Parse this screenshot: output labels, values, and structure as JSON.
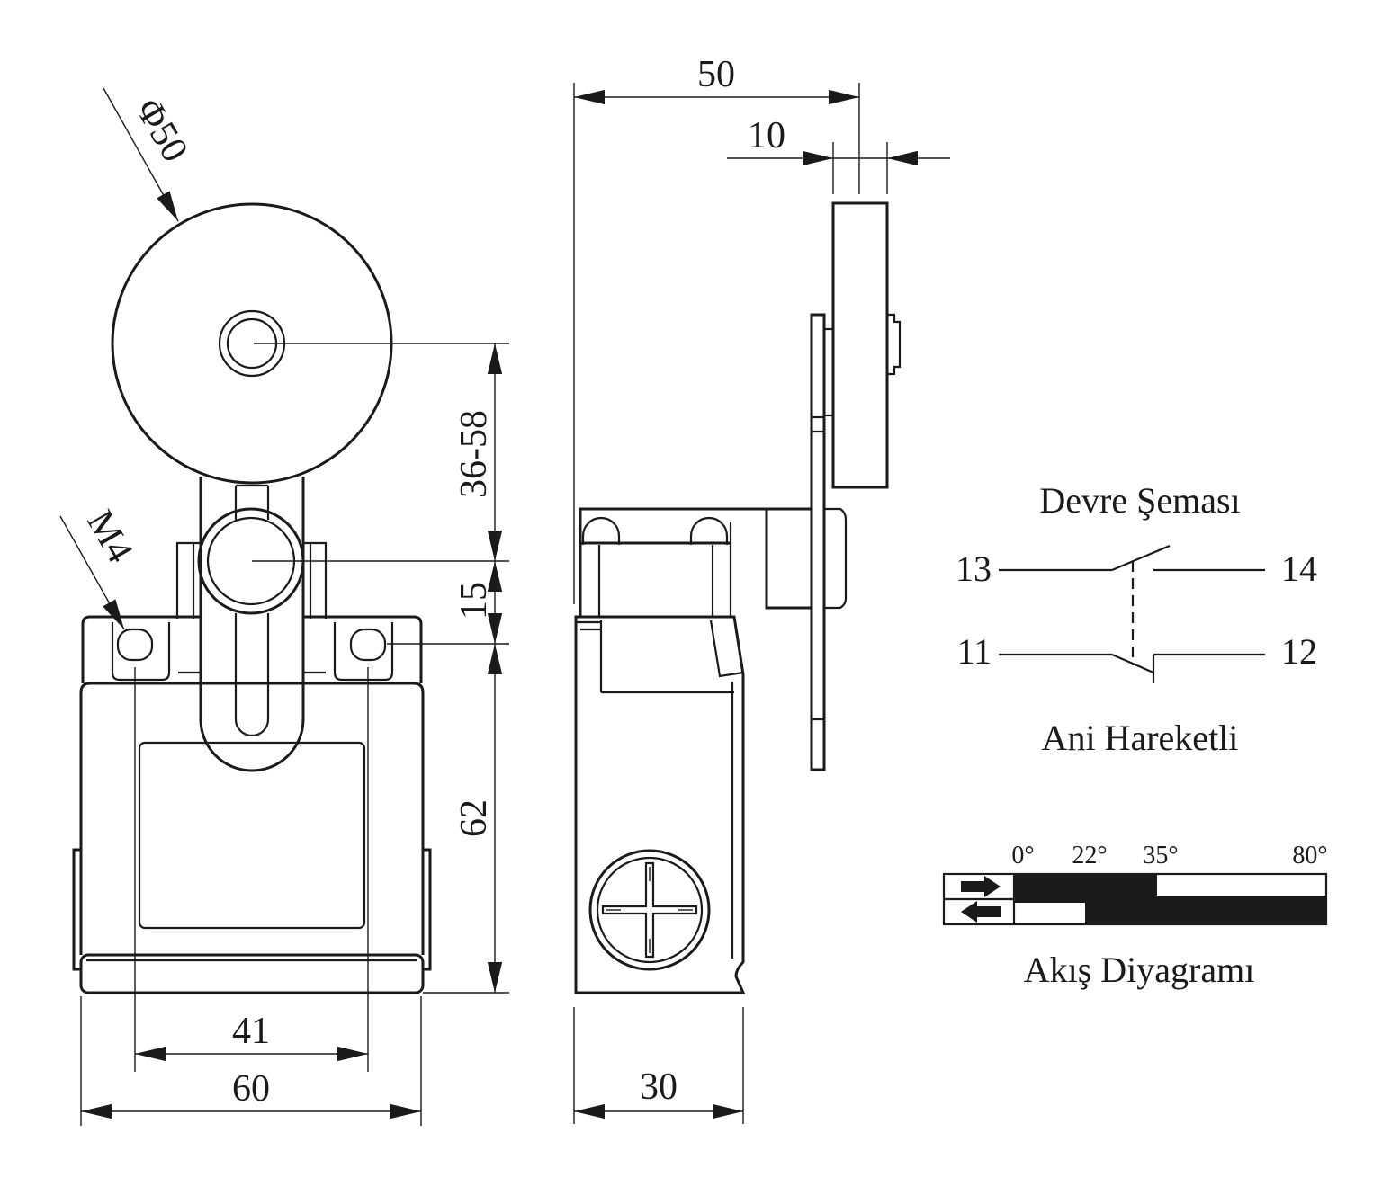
{
  "front_view": {
    "roller_diameter_label": "Φ50",
    "thread_label": "M4",
    "lever_range_label": "36-58",
    "pivot_offset_label": "15",
    "body_height_label": "62",
    "hole_spacing_label": "41",
    "body_width_label": "60"
  },
  "side_view": {
    "total_depth_label": "50",
    "roller_width_label": "10",
    "body_depth_label": "30"
  },
  "circuit": {
    "title": "Devre Şeması",
    "subtitle": "Ani Hareketli",
    "terminals": {
      "t13": "13",
      "t14": "14",
      "t11": "11",
      "t12": "12"
    }
  },
  "flow_diagram": {
    "title": "Akış Diyagramı",
    "angles": {
      "a0": "0°",
      "a22": "22°",
      "a35": "35°",
      "a80": "80°"
    },
    "arrow_forward": "right-arrow-icon",
    "arrow_return": "left-arrow-icon"
  },
  "colors": {
    "line": "#1a1a1a",
    "background": "#ffffff"
  }
}
